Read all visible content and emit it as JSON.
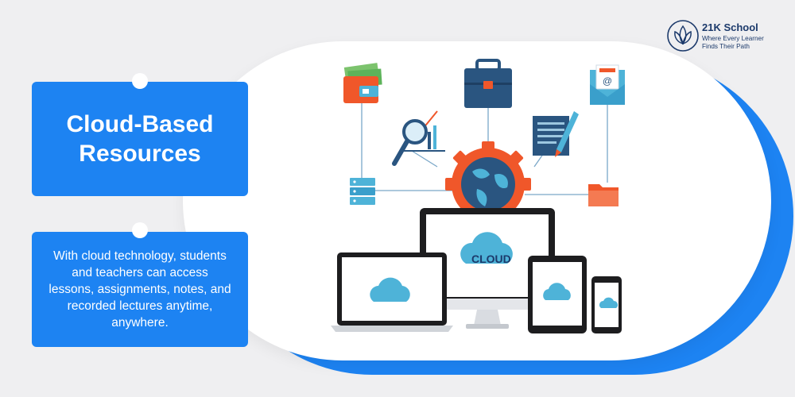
{
  "brand": {
    "name": "21K School",
    "tagline_line1": "Where Every Learner",
    "tagline_line2": "Finds Their Path",
    "color": "#1c3a6b"
  },
  "heading": "Cloud-Based Resources",
  "description": "With cloud technology, students and teachers can access lessons, assignments, notes, and recorded lectures anytime, anywhere.",
  "illustration": {
    "cloud_label": "CLOUD",
    "icons": [
      "money-wallet-icon",
      "briefcase-icon",
      "email-icon",
      "analytics-magnifier-icon",
      "document-pen-icon",
      "server-icon",
      "globe-gear-icon",
      "folder-icon"
    ],
    "devices": [
      "laptop",
      "desktop-monitor",
      "tablet",
      "smartphone"
    ]
  },
  "colors": {
    "accent_blue": "#1d83f2",
    "background": "#efeff1",
    "cloud": "#4eb3d8",
    "orange": "#f0572a",
    "navy": "#2a5580"
  }
}
